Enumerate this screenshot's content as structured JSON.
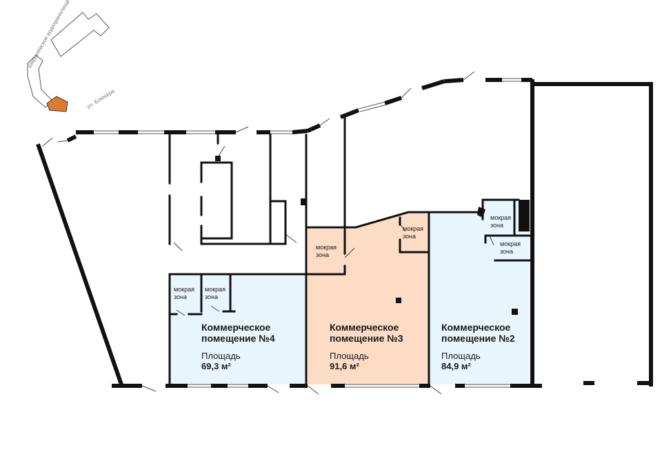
{
  "colors": {
    "room4_fill": "#e8f6fc",
    "room3_fill": "#fcdcc4",
    "room2_fill": "#e8f6fc",
    "wall": "#111111",
    "site_highlight": "#e07a2e"
  },
  "streets": {
    "street_a": "Шершнёвское водохранилище",
    "street_b": "ул. Блюхера"
  },
  "rooms": {
    "room4": {
      "title_line1": "Коммерческое",
      "title_line2": "помещение №4",
      "area_caption": "Площадь",
      "area_value": "69,3 м²"
    },
    "room3": {
      "title_line1": "Коммерческое",
      "title_line2": "помещение №3",
      "area_caption": "Площадь",
      "area_value": "91,6 м²"
    },
    "room2": {
      "title_line1": "Коммерческое",
      "title_line2": "помещение №2",
      "area_caption": "Площадь",
      "area_value": "84,9 м²"
    }
  },
  "wet_zone": {
    "line1": "мокрая",
    "line2": "зона"
  }
}
